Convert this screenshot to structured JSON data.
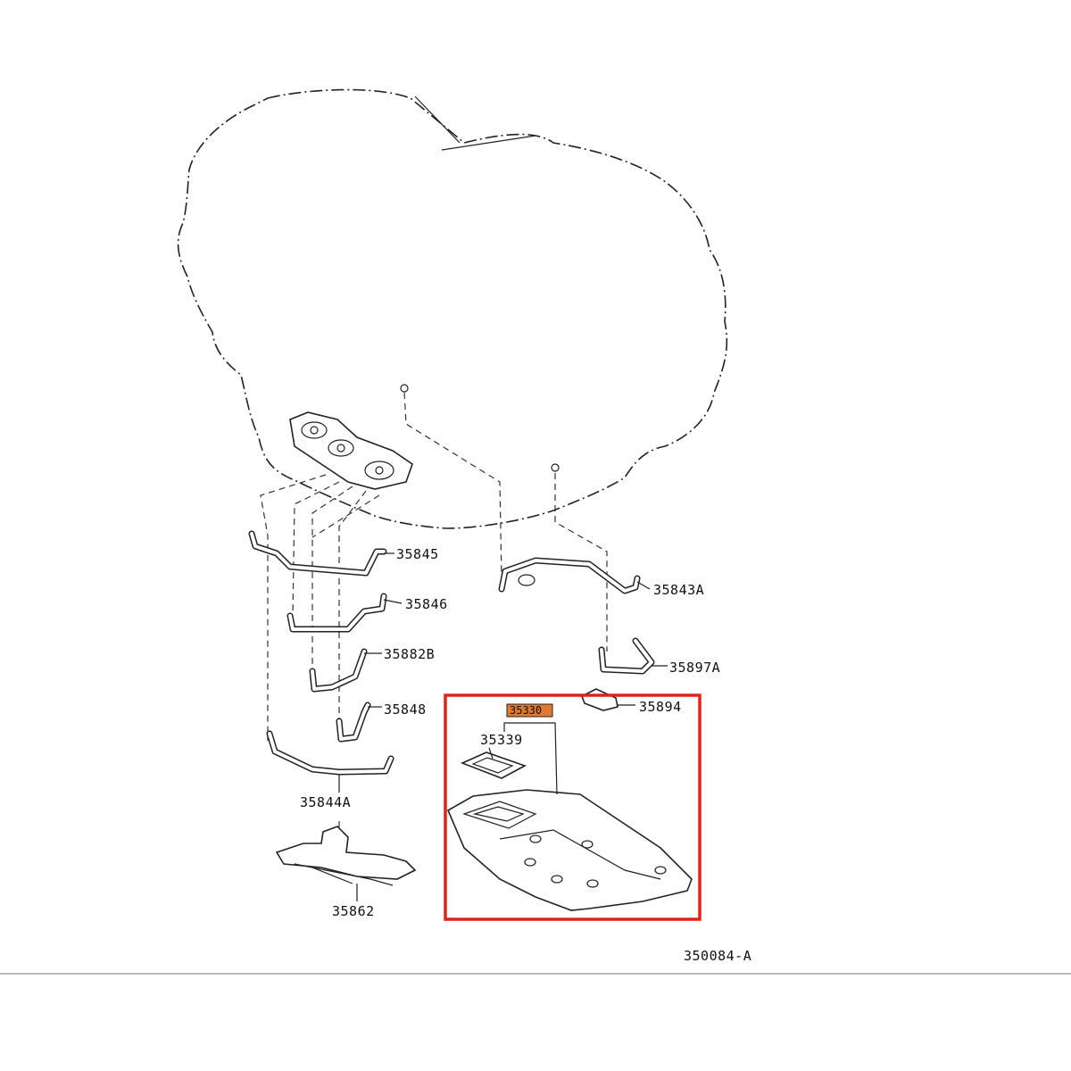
{
  "diagram": {
    "reference_code": "350084-A",
    "highlight_color": "#e0231b",
    "label_box_color": "#e07a2e",
    "parts": {
      "p35845": "35845",
      "p35846": "35846",
      "p35882B": "35882B",
      "p35848": "35848",
      "p35844A": "35844A",
      "p35862": "35862",
      "p35843A": "35843A",
      "p35897A": "35897A",
      "p35894": "35894",
      "p35339": "35339",
      "p35330": "35330"
    }
  }
}
